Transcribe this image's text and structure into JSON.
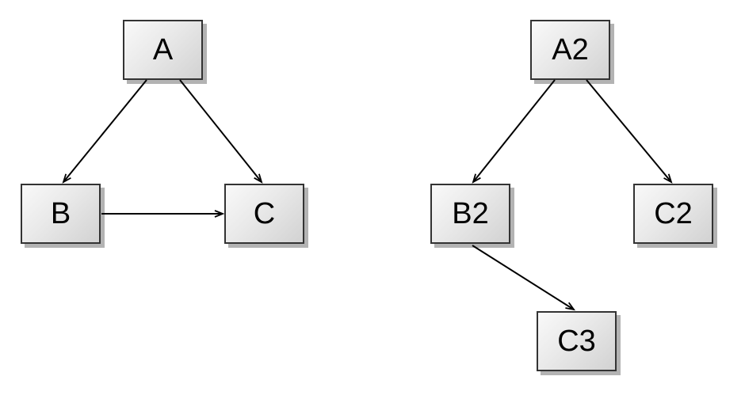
{
  "canvas": {
    "background": "#ffffff"
  },
  "style": {
    "node_fill_light": "#f9f9f9",
    "node_fill_dark": "#d2d2d2",
    "node_border_color": "#333333",
    "node_shadow_color": "#b3b3b3",
    "edge_color": "#000000",
    "label_color": "#000000"
  },
  "left_graph": {
    "nodes": [
      {
        "id": "A",
        "label": "A"
      },
      {
        "id": "B",
        "label": "B"
      },
      {
        "id": "C",
        "label": "C"
      }
    ],
    "edges": [
      {
        "from": "A",
        "to": "B"
      },
      {
        "from": "A",
        "to": "C"
      },
      {
        "from": "B",
        "to": "C"
      }
    ]
  },
  "right_graph": {
    "nodes": [
      {
        "id": "A2",
        "label": "A2"
      },
      {
        "id": "B2",
        "label": "B2"
      },
      {
        "id": "C2",
        "label": "C2"
      },
      {
        "id": "C3",
        "label": "C3"
      }
    ],
    "edges": [
      {
        "from": "A2",
        "to": "B2"
      },
      {
        "from": "A2",
        "to": "C2"
      },
      {
        "from": "B2",
        "to": "C3"
      }
    ]
  }
}
